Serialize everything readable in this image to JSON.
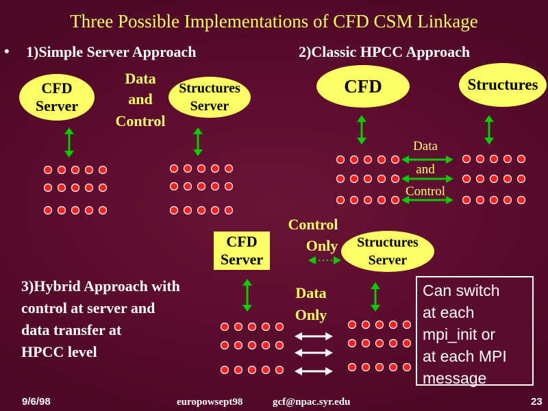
{
  "title": "Three Possible Implementations of CFD CSM Linkage",
  "bullet": "•",
  "section1": "1)Simple Server Approach",
  "section2": "2)Classic HPCC Approach",
  "section3": [
    "3)Hybrid Approach with",
    "control at server and",
    "data transfer at",
    "HPCC level"
  ],
  "simple": {
    "cfd_server": [
      "CFD",
      "Server"
    ],
    "data_and_control": [
      "Data",
      "and",
      "Control"
    ],
    "structures_server": [
      "Structures",
      "Server"
    ]
  },
  "classic": {
    "cfd": "CFD",
    "structures": "Structures",
    "data_and_control": [
      "Data",
      "and",
      "Control"
    ]
  },
  "hybrid": {
    "cfd_server": [
      "CFD",
      "Server"
    ],
    "control_only": [
      "Control",
      "Only"
    ],
    "structures_server": [
      "Structures",
      "Server"
    ],
    "data_only": [
      "Data",
      "Only"
    ]
  },
  "note": [
    "Can switch",
    "at each",
    "mpi_init or",
    "at each MPI",
    "message"
  ],
  "footer": {
    "date": "9/6/98",
    "file": "europowsept98",
    "email": "gcf@npac.syr.edu",
    "page": "23"
  },
  "colors": {
    "background": "#5a0c2c",
    "title": "#ffff66",
    "ellipse": "#ffff66",
    "node": "#ff2020",
    "arrow": "#00cc00",
    "double_arrow": "#ffffff"
  }
}
